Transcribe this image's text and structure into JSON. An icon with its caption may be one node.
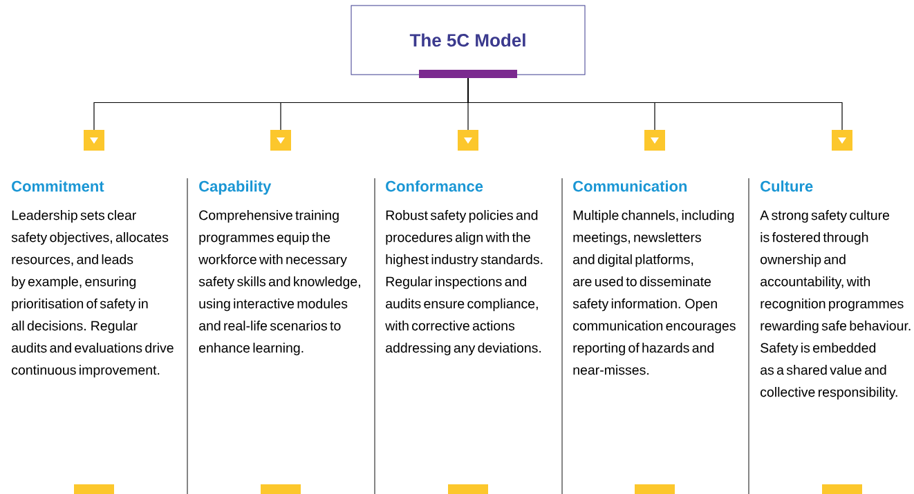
{
  "diagram": {
    "nodes": [
      {
        "text": [
          "The 5C Model"
        ]
      },
      {
        "text": [
          "Commitment",
          "Leadership sets clear safety objectives, allocates resources, and leads by example, ensuring prioritisation of safety in all decisions. Regular audits and evaluations drive continuous improvement."
        ]
      },
      {
        "text": [
          "Capability",
          "Comprehensive training programmes equip the workforce with necessary safety skills and knowledge, using interactive modules and real-life scenarios to enhance learning."
        ]
      },
      {
        "text": [
          "Conformance",
          "Robust safety policies and procedures align with the highest industry standards. Regular inspections and audits ensure compliance, with corrective actions addressing any deviations."
        ]
      },
      {
        "text": [
          "Communication",
          "Multiple channels, including meetings, newsletters and digital platforms, are used to disseminate safety information. Open communication encourages reporting of hazards and near-misses."
        ]
      },
      {
        "text": [
          "Culture",
          "A strong safety culture is fostered through ownership and accountability, with recognition programmes rewarding safe behaviour. Safety is embedded as a shared value and collective responsibility."
        ]
      }
    ],
    "edges": [
      {
        "from": 0,
        "to": 1,
        "arrow": "to"
      },
      {
        "from": 0,
        "to": 2,
        "arrow": "to"
      },
      {
        "from": 0,
        "to": 3,
        "arrow": "to"
      },
      {
        "from": 0,
        "to": 4,
        "arrow": "to"
      },
      {
        "from": 0,
        "to": 5,
        "arrow": "to"
      }
    ]
  }
}
